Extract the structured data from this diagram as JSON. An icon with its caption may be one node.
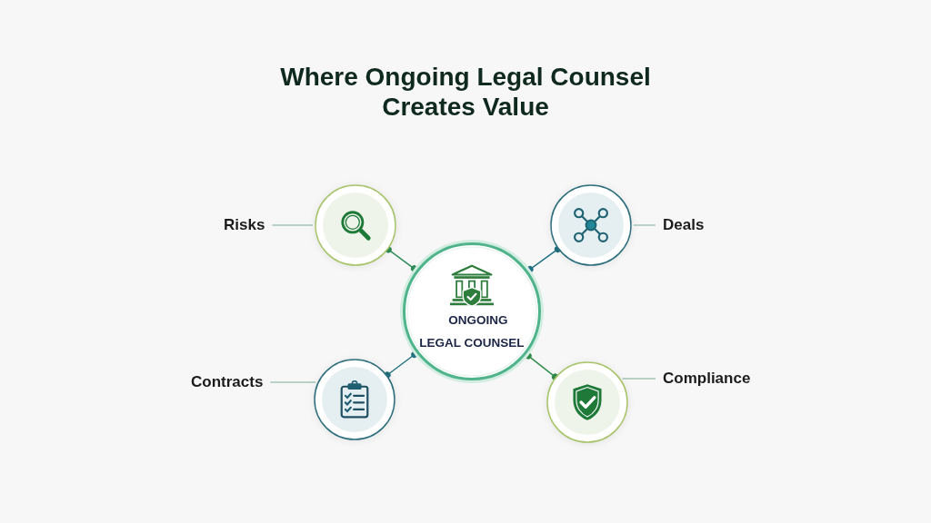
{
  "diagram": {
    "title": "Where Ongoing Legal Counsel Creates Value",
    "nodes": [
      {
        "text": [
          "Risks"
        ]
      },
      {
        "text": [],
        "shape": "circle"
      },
      {
        "text": [],
        "shape": "circle"
      },
      {
        "text": [
          "Deals"
        ]
      },
      {
        "text": [
          "ONGOING LEGAL COUNSEL"
        ]
      },
      {
        "text": [
          "Contracts"
        ]
      },
      {
        "text": [],
        "shape": "circle"
      },
      {
        "text": [],
        "shape": "circle"
      },
      {
        "text": [
          "Compliance"
        ]
      }
    ],
    "edges": [
      {
        "from": 4,
        "to": 1,
        "arrow": "other",
        "color": "#2e8b57"
      },
      {
        "from": 4,
        "to": 2,
        "arrow": "other",
        "color": "#1f6f80"
      },
      {
        "from": 4,
        "to": 6,
        "arrow": "other",
        "color": "#23707f"
      },
      {
        "from": 4,
        "to": 7,
        "arrow": "other",
        "color": "#2e8b4a"
      },
      {
        "from": 0,
        "to": 1,
        "arrow": "none"
      },
      {
        "from": 3,
        "to": 2,
        "arrow": "none"
      },
      {
        "from": 5,
        "to": 6,
        "arrow": "none"
      },
      {
        "from": 8,
        "to": 7,
        "arrow": "none"
      }
    ]
  }
}
